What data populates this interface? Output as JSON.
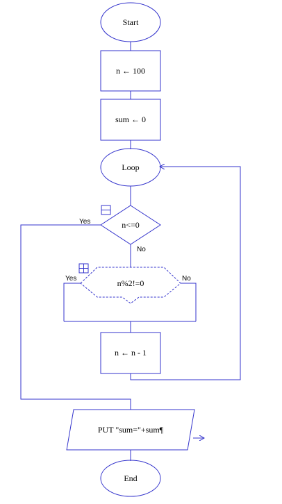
{
  "colors": {
    "stroke": "#3333cc",
    "text": "#000000",
    "background": "#ffffff"
  },
  "nodes": {
    "start": "Start",
    "assign_n": "n ← 100",
    "assign_sum": "sum ← 0",
    "loop": "Loop",
    "cond_main": "n<=0",
    "cond_odd": "n%2!=0",
    "decrement": "n ← n - 1",
    "output": "PUT \"sum=\"+sum¶",
    "end": "End"
  },
  "labels": {
    "main_yes": "Yes",
    "main_no": "No",
    "odd_yes": "Yes",
    "odd_no": "No"
  },
  "icons": {
    "main_toggle": "collapse-minus-icon",
    "odd_toggle": "expand-plus-icon"
  }
}
